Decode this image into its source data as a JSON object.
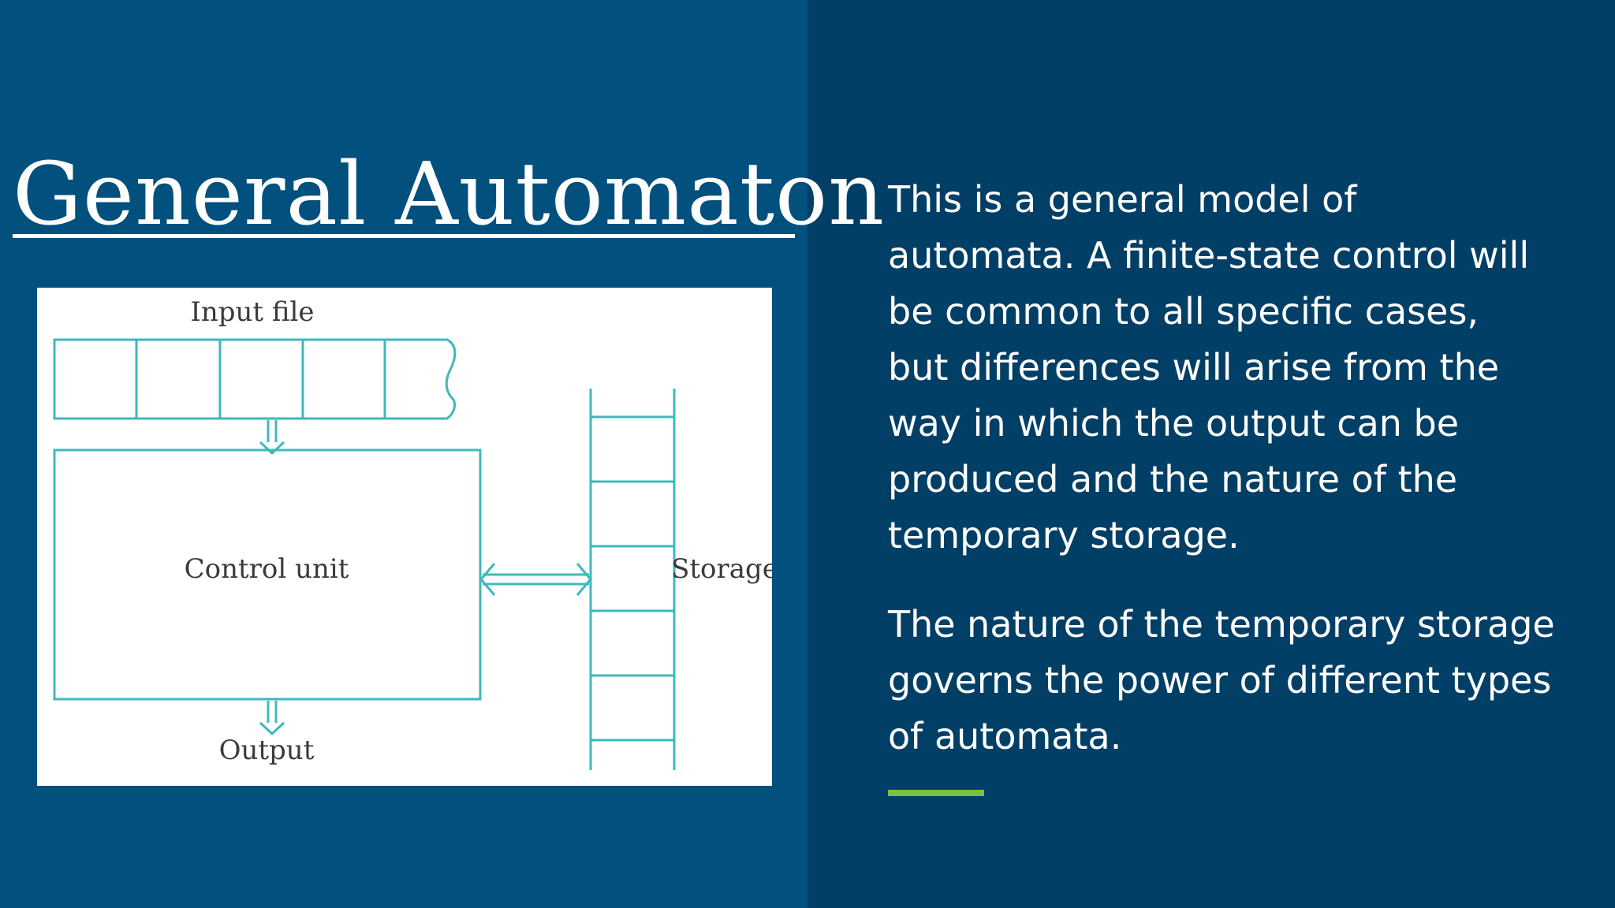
{
  "colors": {
    "left_background": "#01507e",
    "right_background": "#013f66",
    "diagram_line": "#3eb8bd",
    "accent": "#7bc043"
  },
  "slide": {
    "title": "General Automaton",
    "diagram": {
      "input_label": "Input file",
      "control_label": "Control unit",
      "storage_label": "Storage",
      "output_label": "Output"
    },
    "paragraphs": [
      "This is a general model of\nautomata.  A finite-state control will\nbe common to all specific cases,\nbut differences will arise from the\nway in which the output can be\nproduced and the nature of the\ntemporary storage.",
      "The nature of the temporary storage\ngoverns the power of different types\nof automata."
    ]
  }
}
